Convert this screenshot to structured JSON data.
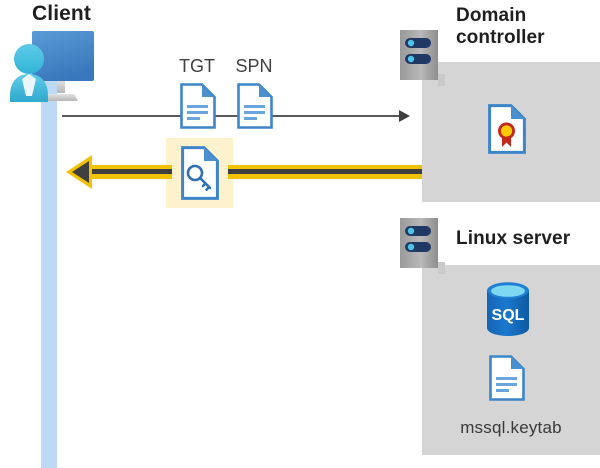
{
  "diagram": {
    "title_client": "Client",
    "title_domain_controller": "Domain controller",
    "title_domain_controller_line1": "Domain",
    "title_domain_controller_line2": "controller",
    "title_linux_server": "Linux server",
    "label_tgt": "TGT",
    "label_spn": "SPN",
    "label_keytab": "mssql.keytab",
    "label_sql": "SQL",
    "icons": {
      "client": "user-monitor-icon",
      "tgt_doc": "document-icon",
      "spn_doc": "document-icon",
      "key_doc": "key-document-icon",
      "server_dc": "server-rack-icon",
      "server_linux": "server-rack-icon",
      "certificate": "certificate-document-icon",
      "database": "sql-database-icon",
      "keytab_doc": "document-icon"
    },
    "arrows": {
      "request": "arrow-right-request",
      "response": "arrow-left-response-highlighted"
    },
    "colors": {
      "panel_gray": "#d5d5d5",
      "lifeline_blue": "#bcd9f5",
      "highlight_yellow": "#fdf2cd",
      "arrow_yellow": "#f2c200",
      "arrow_dark": "#3f3f3f",
      "doc_blue": "#3d85c8",
      "sql_blue": "#0f6cbd",
      "cert_red": "#c4281c",
      "cert_gold": "#ffcc00",
      "title_dark": "#1f1f1f"
    }
  }
}
